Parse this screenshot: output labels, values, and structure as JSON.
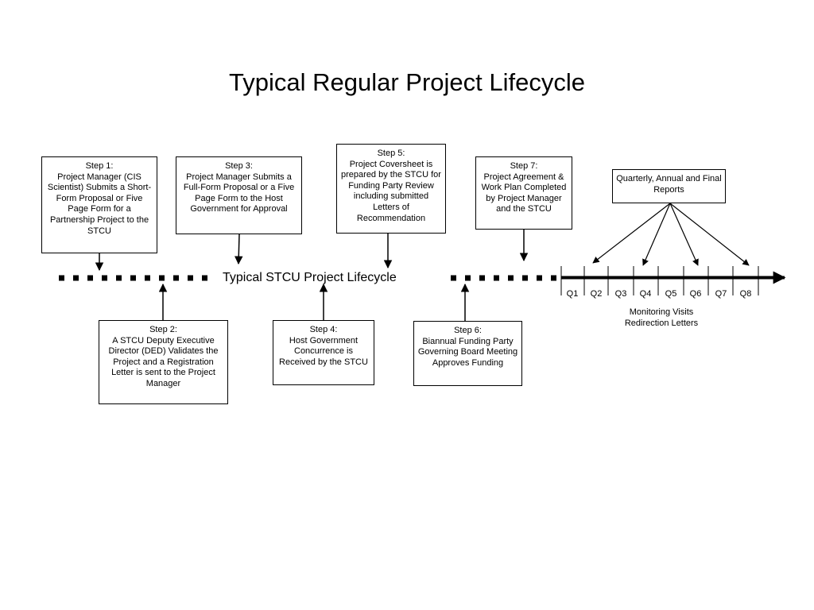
{
  "title": "Typical Regular Project Lifecycle",
  "lifecycle_label": "Typical STCU Project Lifecycle",
  "steps": {
    "s1": {
      "heading": "Step 1:",
      "text": "Project Manager (CIS Scientist) Submits a Short-Form Proposal or Five Page Form for a Partnership Project to the STCU"
    },
    "s2": {
      "heading": "Step 2:",
      "text": "A STCU Deputy Executive Director (DED) Validates the Project and a Registration Letter is sent to the Project Manager"
    },
    "s3": {
      "heading": "Step 3:",
      "text": "Project Manager Submits a Full-Form Proposal or a Five Page Form to the Host Government for Approval"
    },
    "s4": {
      "heading": "Step 4:",
      "text": "Host Government Concurrence is Received by the STCU"
    },
    "s5": {
      "heading": "Step 5:",
      "text": "Project Coversheet is prepared by the STCU for Funding Party Review including submitted Letters of Recommendation"
    },
    "s6": {
      "heading": "Step 6:",
      "text": "Biannual Funding Party Governing Board Meeting Approves Funding"
    },
    "s7": {
      "heading": "Step 7:",
      "text": "Project Agreement & Work Plan Completed by Project Manager and the STCU"
    }
  },
  "reports": "Quarterly, Annual and Final Reports",
  "quarters": [
    "Q1",
    "Q2",
    "Q3",
    "Q4",
    "Q5",
    "Q6",
    "Q7",
    "Q8"
  ],
  "monitoring": {
    "line1": "Monitoring Visits",
    "line2": "Redirection Letters"
  }
}
